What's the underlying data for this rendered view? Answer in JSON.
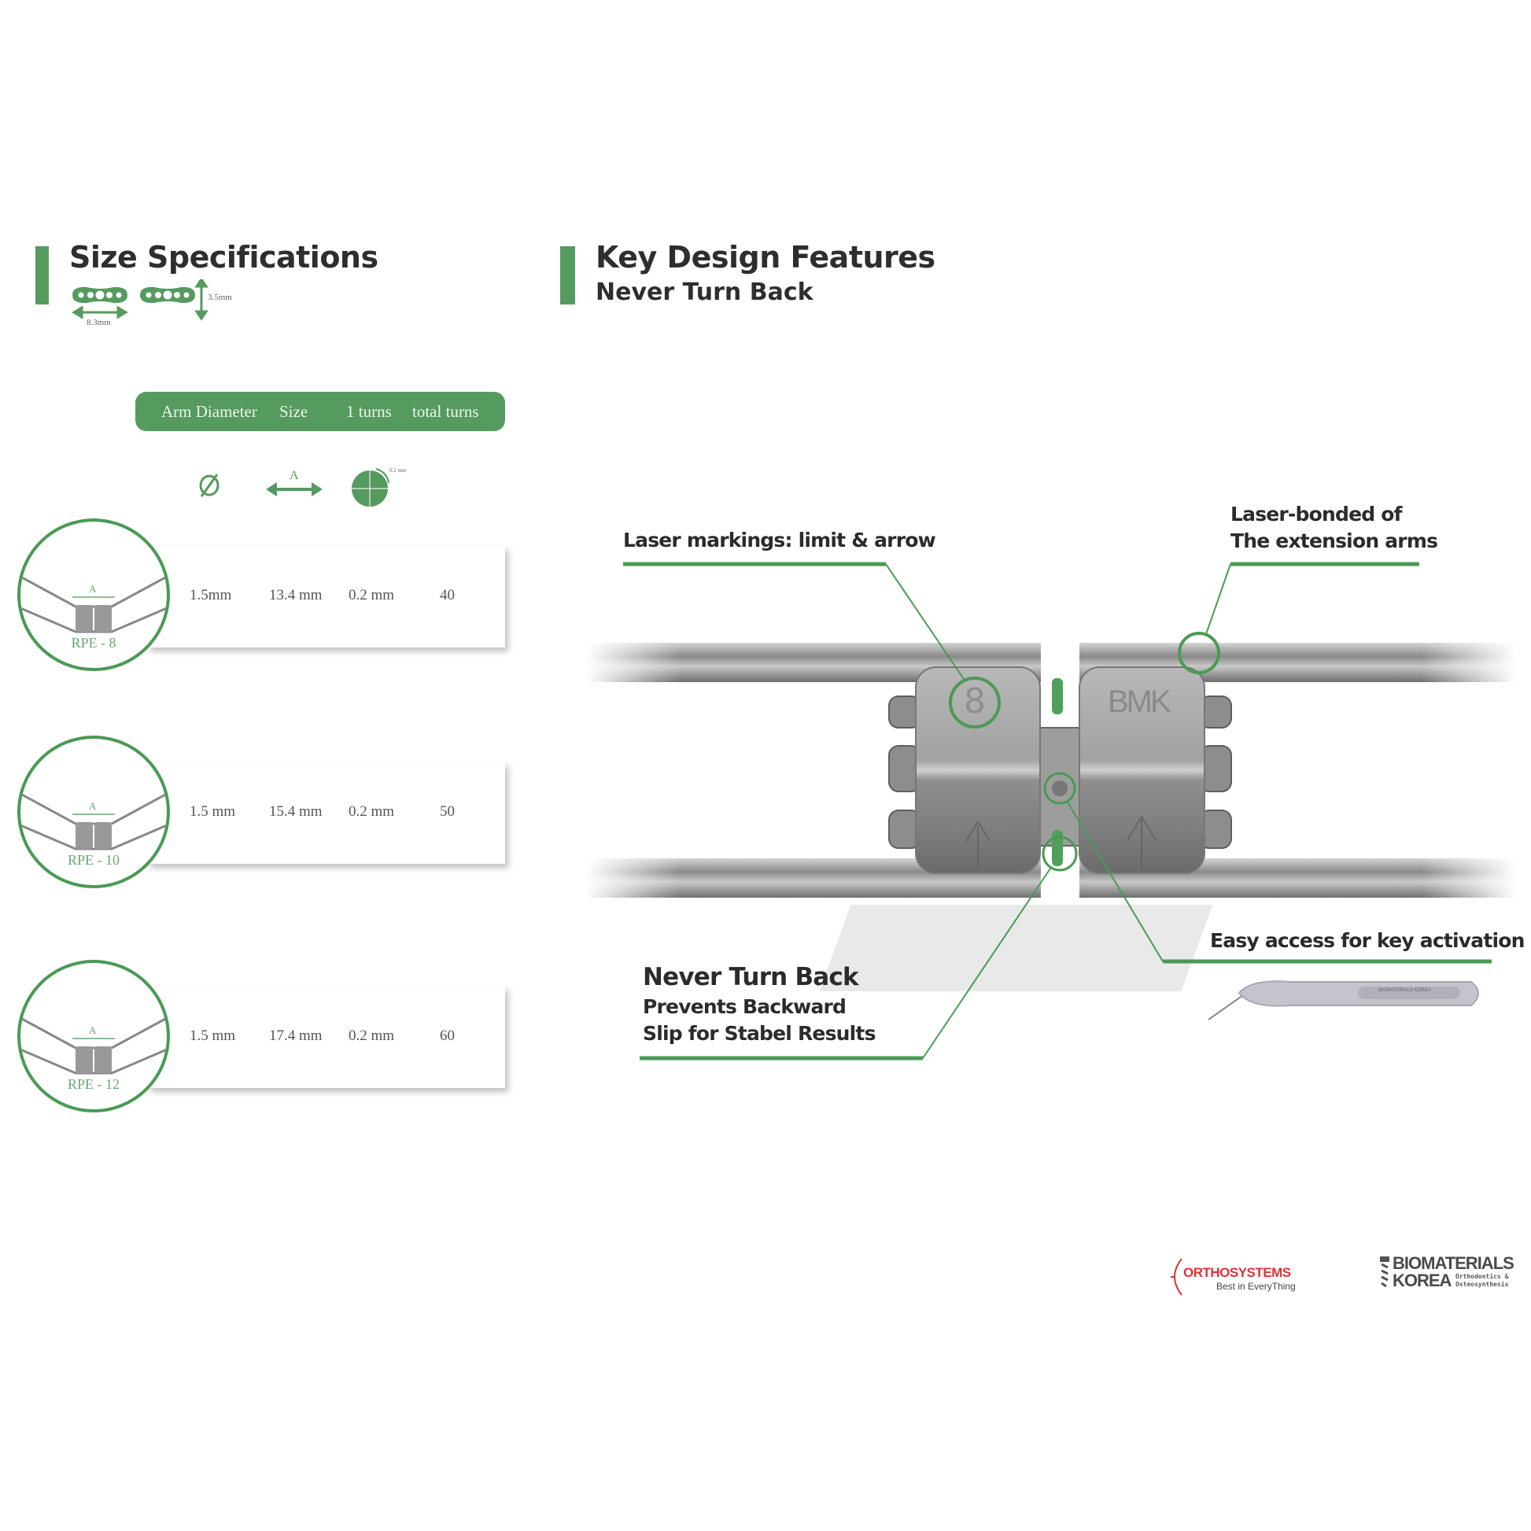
{
  "left": {
    "title": "Size Specifications",
    "pad_width": "8.3mm",
    "pad_height": "3.5mm",
    "table_header": [
      "Arm Diameter",
      "Size",
      "1 turns",
      "total turns"
    ],
    "header_icons": [
      "diameter-icon",
      "width-arrow-icon",
      "turn-circle-icon"
    ],
    "size_icon_label": "A",
    "turn_icon_label": "0.2 mm",
    "rows": [
      {
        "model": "RPE - 8",
        "diameter": "1.5mm",
        "size": "13.4 mm",
        "turn": "0.2 mm",
        "total": "40",
        "dim_label": "A"
      },
      {
        "model": "RPE - 10",
        "diameter": "1.5 mm",
        "size": "15.4 mm",
        "turn": "0.2 mm",
        "total": "50",
        "dim_label": "A"
      },
      {
        "model": "RPE - 12",
        "diameter": "1.5 mm",
        "size": "17.4 mm",
        "turn": "0.2 mm",
        "total": "60",
        "dim_label": "A"
      }
    ]
  },
  "right": {
    "title": "Key Design Features",
    "subtitle": "Never Turn Back",
    "callouts": {
      "laser_markings": "Laser markings: limit & arrow",
      "laser_bonded_1": "Laser-bonded of",
      "laser_bonded_2": "The extension arms",
      "easy_access": "Easy access for key activation",
      "never_turn_back": "Never Turn Back",
      "prevents_1": "Prevents Backward",
      "prevents_2": "Slip for Stabel Results"
    },
    "device_marks": {
      "limit": "8",
      "brand": "BMK"
    },
    "key_label": "BIOMATERIALS KOREA"
  },
  "logos": {
    "orthosystems": "ORTHOSYSTEMS",
    "orthosystems_tagline": "Best in EveryThing",
    "bmk_1": "BIOMATERIALS",
    "bmk_2": "KOREA",
    "bmk_tag_1": "Orthodontics &",
    "bmk_tag_2": "Osteosynthesis"
  },
  "colors": {
    "accent": "#559a5e",
    "logo_red": "#e0323a",
    "text": "#2e2e2e"
  }
}
